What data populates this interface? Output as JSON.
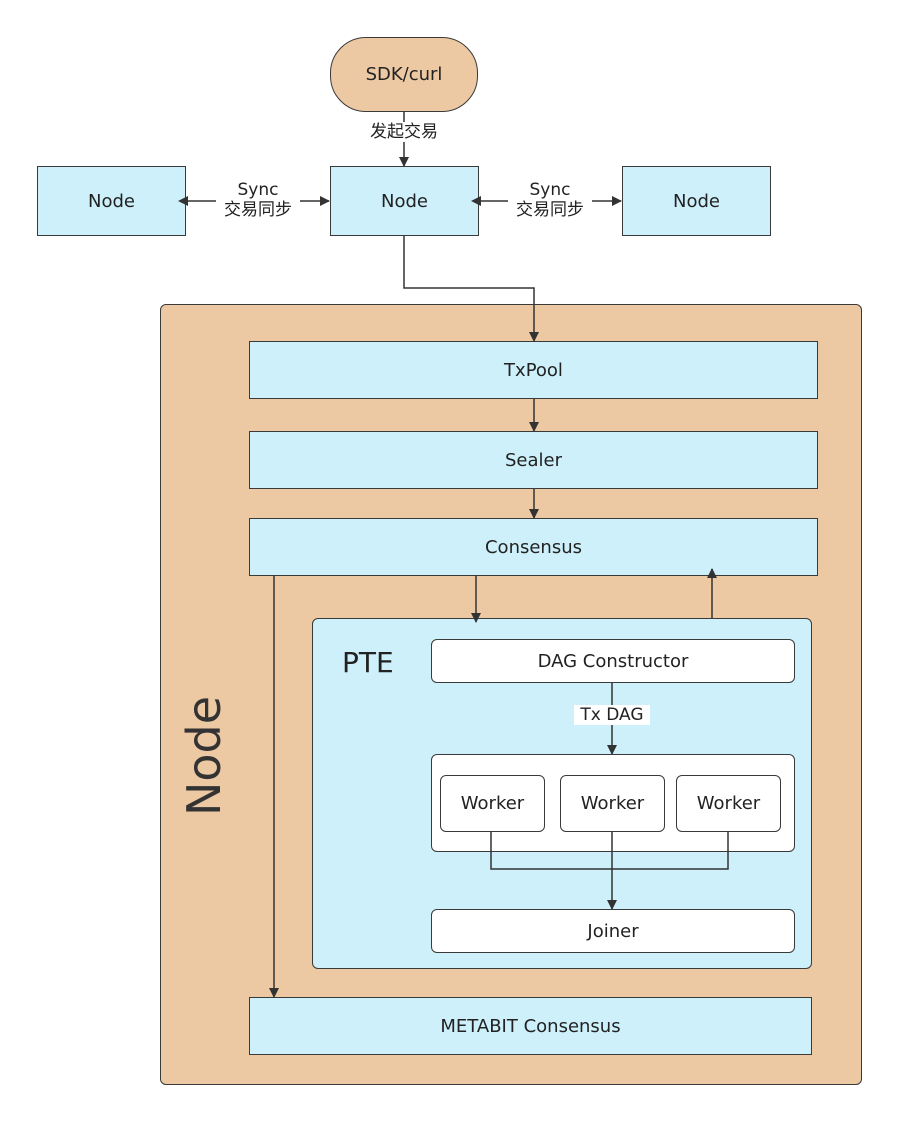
{
  "sdk": {
    "label": "SDK/curl"
  },
  "submit_label": "发起交易",
  "top_nodes": {
    "left": "Node",
    "center": "Node",
    "right": "Node"
  },
  "sync_left": {
    "line1": "Sync",
    "line2": "交易同步"
  },
  "sync_right": {
    "line1": "Sync",
    "line2": "交易同步"
  },
  "node_container": {
    "label": "Node"
  },
  "modules": {
    "txpool": "TxPool",
    "sealer": "Sealer",
    "consensus": "Consensus",
    "metabit": "METABIT Consensus"
  },
  "pte": {
    "label": "PTE",
    "dag_constructor": "DAG Constructor",
    "tx_dag_label": "Tx DAG",
    "workers": [
      "Worker",
      "Worker",
      "Worker"
    ],
    "joiner": "Joiner"
  },
  "colors": {
    "node_blue": "#cdf0fb",
    "container_tan": "#ecc9a3",
    "stroke": "#3a3a3a"
  }
}
